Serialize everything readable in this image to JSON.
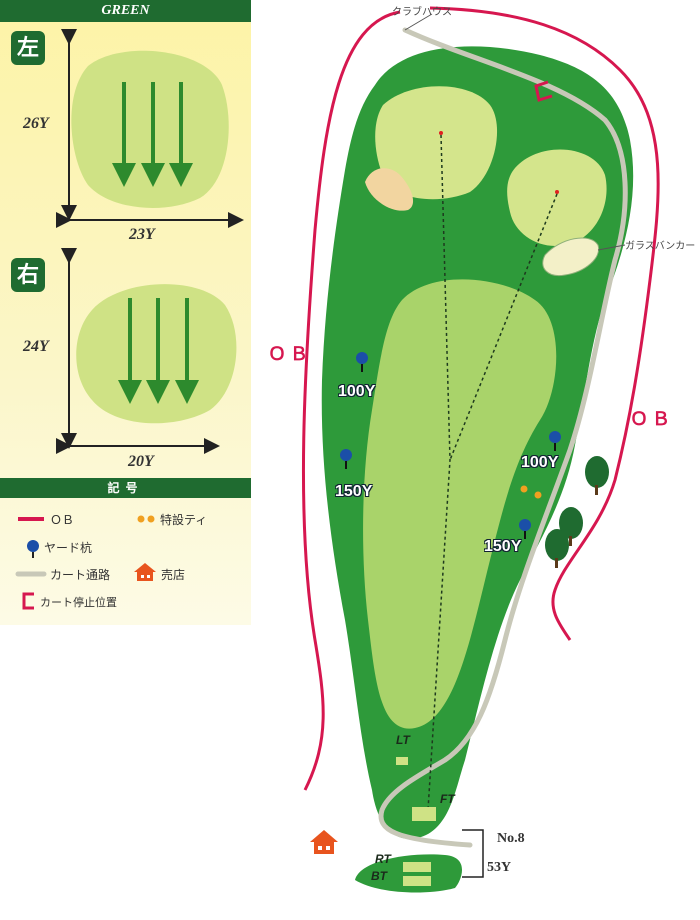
{
  "green_section": {
    "title": "GREEN",
    "left": {
      "label": "左",
      "depth": "26Y",
      "width": "23Y"
    },
    "right": {
      "label": "右",
      "depth": "24Y",
      "width": "20Y"
    }
  },
  "legend": {
    "title": "記号",
    "items": {
      "ob": "ＯＢ",
      "special_tee": "特設ティ",
      "yard_post": "ヤード杭",
      "cart_path": "カート通路",
      "shop": "売店",
      "cart_stop": "カート停止位置"
    },
    "colors": {
      "ob": "#d6174f",
      "yard_post": "#1b4fa8",
      "cart_path": "#c8c8b8",
      "special_tee": "#f0a020",
      "shop": "#e8541e"
    }
  },
  "map": {
    "clubhouse": "クラブハウス",
    "ob_left": "ＯＢ",
    "ob_right": "ＯＢ",
    "glass_bunker": "ガラスバンカー",
    "yard_markers": {
      "left_100": "100Y",
      "left_150": "150Y",
      "right_100": "100Y",
      "right_150": "150Y"
    },
    "tees": {
      "lt": "LT",
      "ft": "FT",
      "rt": "RT",
      "bt": "BT"
    },
    "hole": "No.8",
    "distance": "53Y"
  }
}
